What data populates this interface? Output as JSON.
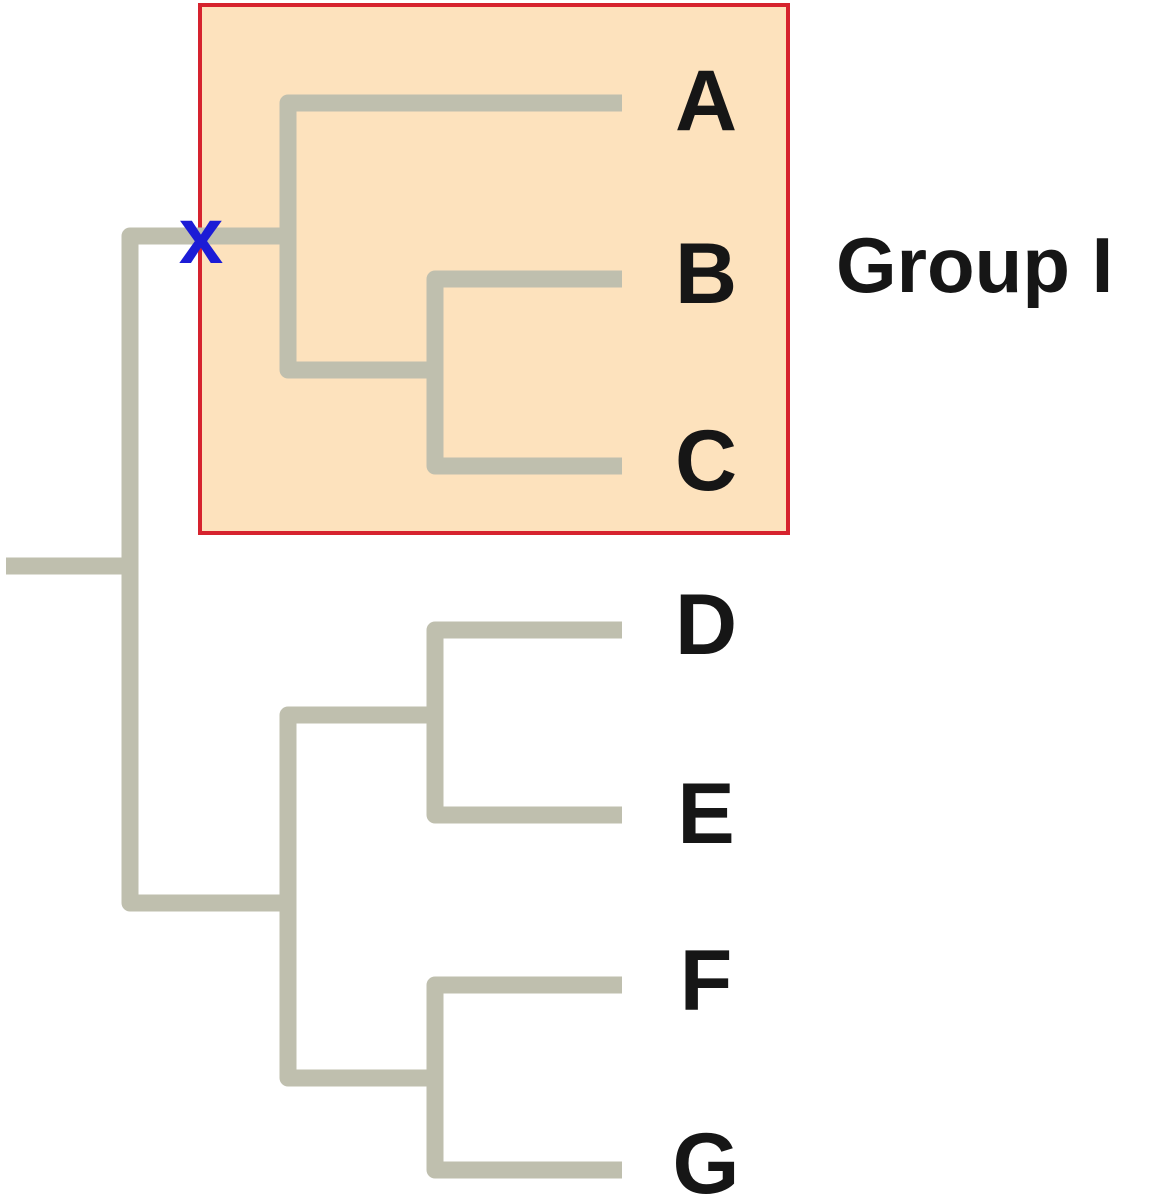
{
  "colors": {
    "branch": "#bfbfae",
    "group_fill": "#fde2bd",
    "group_border": "#d6232e",
    "marker": "#1c1cd6",
    "text": "#161616"
  },
  "taxa": [
    "A",
    "B",
    "C",
    "D",
    "E",
    "F",
    "G"
  ],
  "group": {
    "label": "Group I",
    "members": [
      "A",
      "B",
      "C"
    ]
  },
  "marker": {
    "label": "x",
    "icon": "x-marker-icon"
  }
}
